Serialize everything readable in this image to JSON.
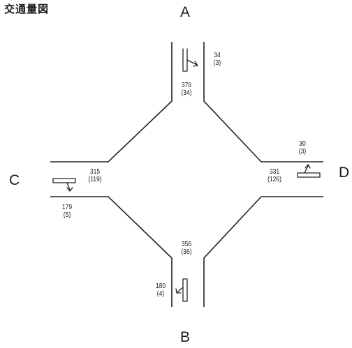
{
  "title": "交通量図",
  "nodes": {
    "a": "A",
    "b": "B",
    "c": "C",
    "d": "D"
  },
  "volumes": {
    "a_right": {
      "main": "34",
      "sub": "(3)"
    },
    "a_through": {
      "main": "376",
      "sub": "(34)"
    },
    "d_right": {
      "main": "30",
      "sub": "(3)"
    },
    "d_through": {
      "main": "331",
      "sub": "(126)"
    },
    "c_through": {
      "main": "315",
      "sub": "(119)"
    },
    "c_right": {
      "main": "179",
      "sub": "(5)"
    },
    "b_through": {
      "main": "356",
      "sub": "(36)"
    },
    "b_right": {
      "main": "180",
      "sub": "(4)"
    }
  }
}
